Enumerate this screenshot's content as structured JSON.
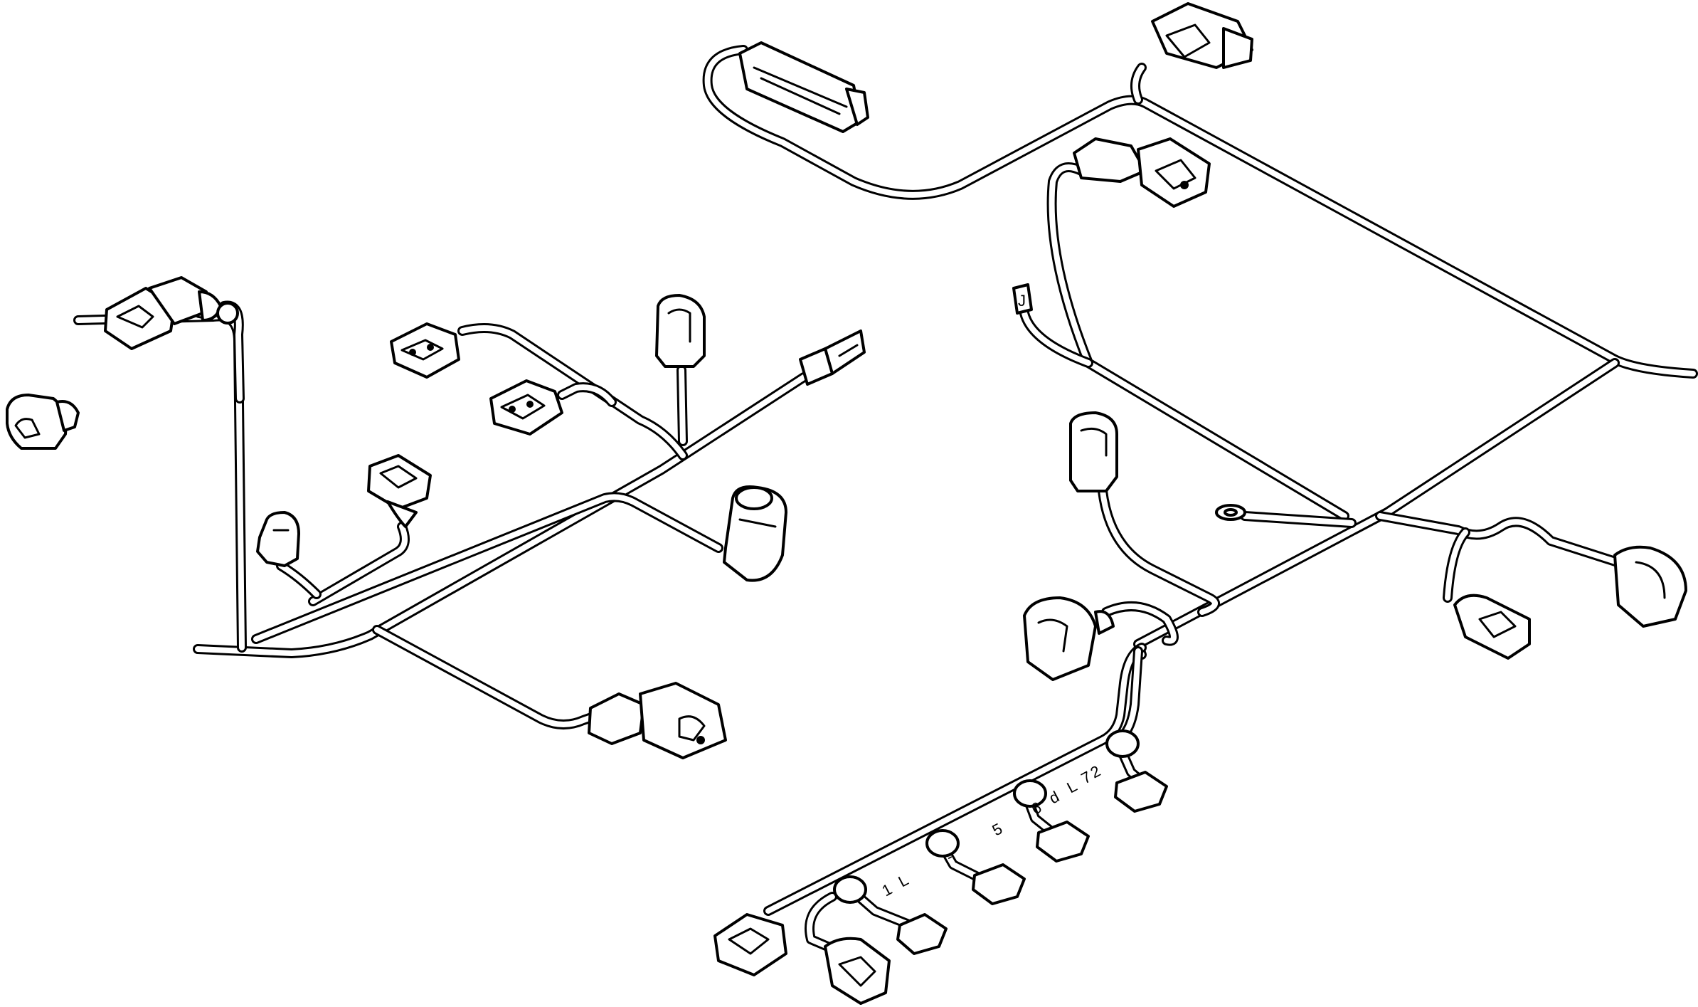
{
  "diagram": {
    "kind": "wiring-harness-line-drawing",
    "background": "#ffffff",
    "line_color": "#000000",
    "wire_labels": [
      "1",
      "L",
      "-",
      "5",
      "6",
      "d",
      "L",
      "7",
      "2"
    ]
  }
}
